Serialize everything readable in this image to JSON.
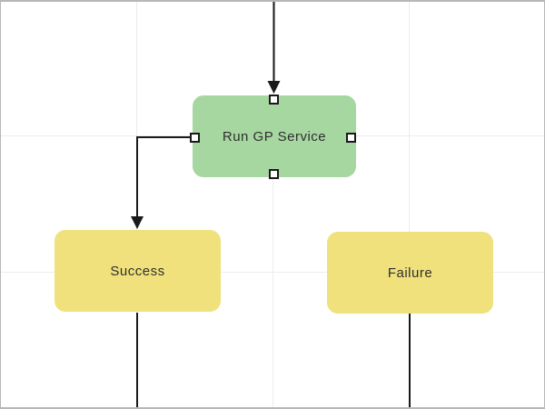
{
  "canvas": {
    "background": "#ffffff",
    "border_color": "#b7b7b7",
    "gridline_color": "#ececec"
  },
  "colors": {
    "connector": "#1a1a1a",
    "process_fill": "#a7d7a1",
    "terminal_fill": "#f0e17c",
    "handle_fill": "#ffffff",
    "handle_border": "#1a1a1a",
    "label_text": "#2f2f2f"
  },
  "nodes": [
    {
      "label": "Run GP Service",
      "fill": "#a7d7a1",
      "handles_visible": true
    },
    {
      "label": "Success",
      "fill": "#f0e17c"
    },
    {
      "label": "Failure",
      "fill": "#f0e17c"
    }
  ],
  "connectors": [
    {
      "from": "off-canvas-top",
      "to": "run-gp-service-top",
      "arrow": "down"
    },
    {
      "from": "run-gp-service-left",
      "to": "success-top",
      "arrow": "down",
      "shape": "elbow"
    },
    {
      "from": "success-bottom",
      "to": "off-canvas-bottom"
    },
    {
      "from": "failure-bottom",
      "to": "off-canvas-bottom"
    }
  ]
}
